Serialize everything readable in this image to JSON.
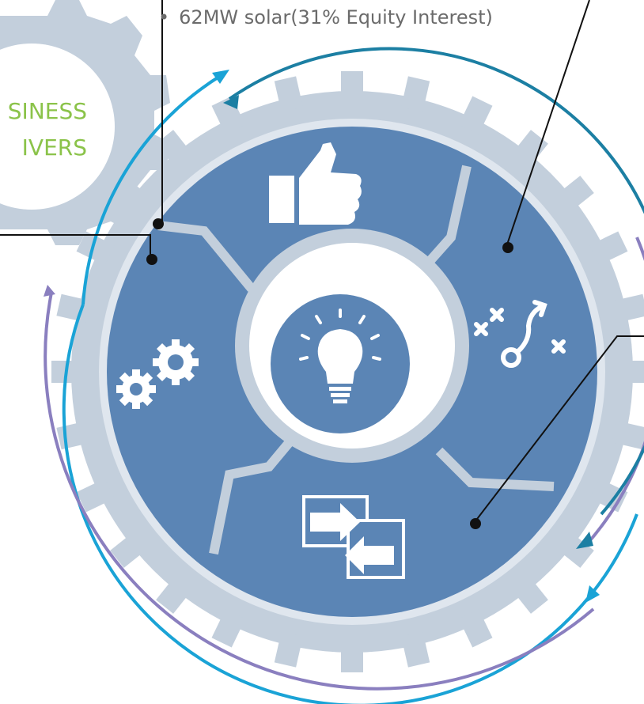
{
  "bullet": {
    "marker": "•",
    "text": "62MW solar(31% Equity Interest)"
  },
  "business_drivers": {
    "line1": "SINESS",
    "line2": "IVERS"
  },
  "colors": {
    "gear_light": "#c3cfdc",
    "segment_blue": "#5b85b5",
    "ring_white": "#ffffff",
    "center_blue": "#5b85b5",
    "arrow_teal": "#1aa3d6",
    "arrow_dark_teal": "#1c7fa3",
    "arrow_purple": "#8a7fbf",
    "label_green": "#8bc34a",
    "leader_black": "#111111"
  },
  "icons": [
    "thumbs-up-icon",
    "strategy-play-icon",
    "swap-arrows-icon",
    "gears-icon",
    "lightbulb-icon"
  ]
}
